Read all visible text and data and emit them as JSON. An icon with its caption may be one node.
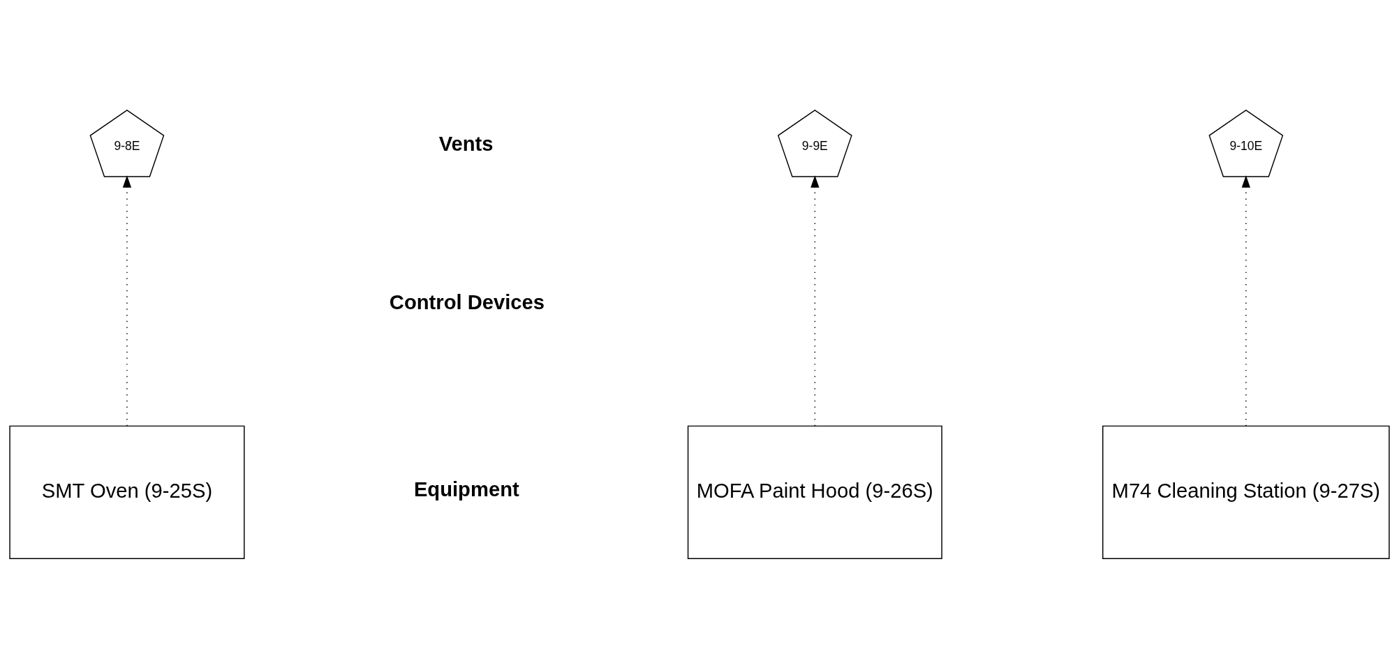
{
  "diagram": {
    "nodes": [
      {
        "text": [
          "9-8E"
        ]
      },
      {
        "text": [
          "9-9E"
        ]
      },
      {
        "text": [
          "9-10E"
        ]
      },
      {
        "text": [
          "SMT Oven (9-25S)"
        ]
      },
      {
        "text": [
          "MOFA Paint Hood (9-26S)"
        ]
      },
      {
        "text": [
          "M74 Cleaning Station (9-27S)"
        ]
      }
    ],
    "edges": [
      {
        "from": 3,
        "to": 0,
        "arrow": "to",
        "style": "dashed"
      },
      {
        "from": 4,
        "to": 1,
        "arrow": "to",
        "style": "dashed"
      },
      {
        "from": 5,
        "to": 2,
        "arrow": "to",
        "style": "dashed"
      }
    ],
    "labels": [
      "Vents",
      "Control Devices",
      "Equipment"
    ]
  }
}
